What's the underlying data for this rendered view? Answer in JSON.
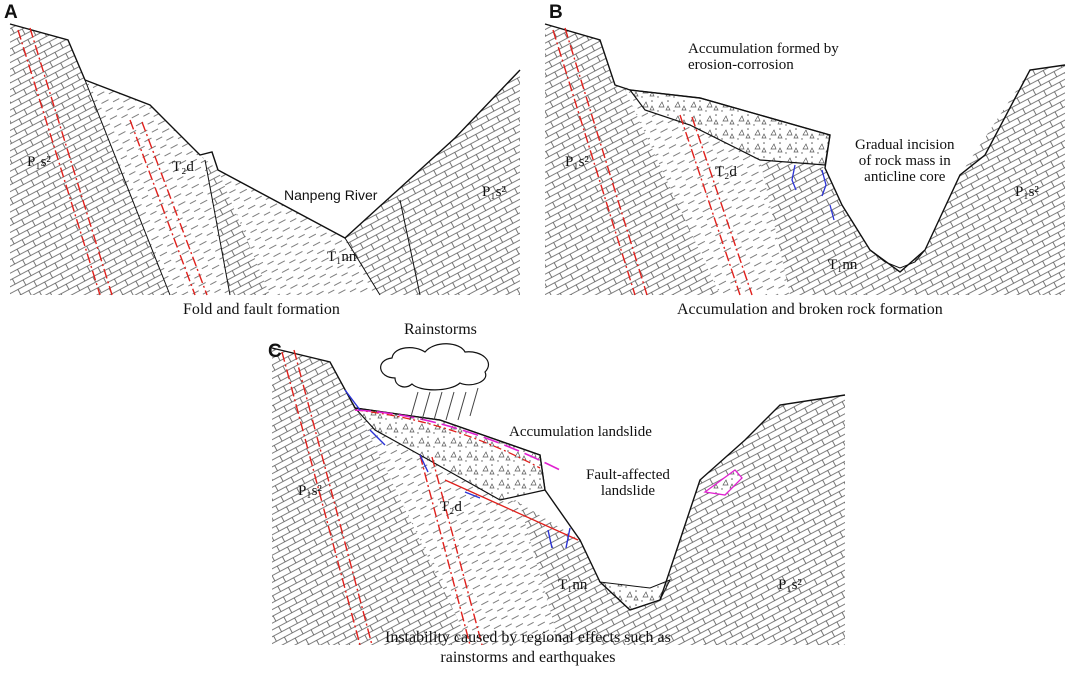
{
  "panels": [
    {
      "id": "A",
      "label": "A",
      "caption": "Fold and fault formation",
      "strata": [
        "P₁s²",
        "T₂d",
        "T₁nn",
        "P₁s²"
      ],
      "annotations": [
        "Nanpeng River"
      ]
    },
    {
      "id": "B",
      "label": "B",
      "caption": "Accumulation and broken rock formation",
      "strata": [
        "P₁s²",
        "T₂d",
        "T₁nn",
        "P₁s²"
      ],
      "annotations": [
        "Accumulation formed by\nerosion-corrosion",
        "Gradual incision\nof rock mass in\nanticline core"
      ]
    },
    {
      "id": "C",
      "label": "C",
      "caption": "Instability caused by regional effects such as\nrainstorms and earthquakes",
      "strata": [
        "P₁s²",
        "T₂d",
        "T₁nn",
        "P₁s²"
      ],
      "annotations": [
        "Rainstorms",
        "Accumulation landslide",
        "Fault-affected\nlandslide"
      ]
    }
  ],
  "colors": {
    "outline": "#111111",
    "fault": "#e0201c",
    "crack": "#2b33d6",
    "landslide": "#e020d0"
  }
}
